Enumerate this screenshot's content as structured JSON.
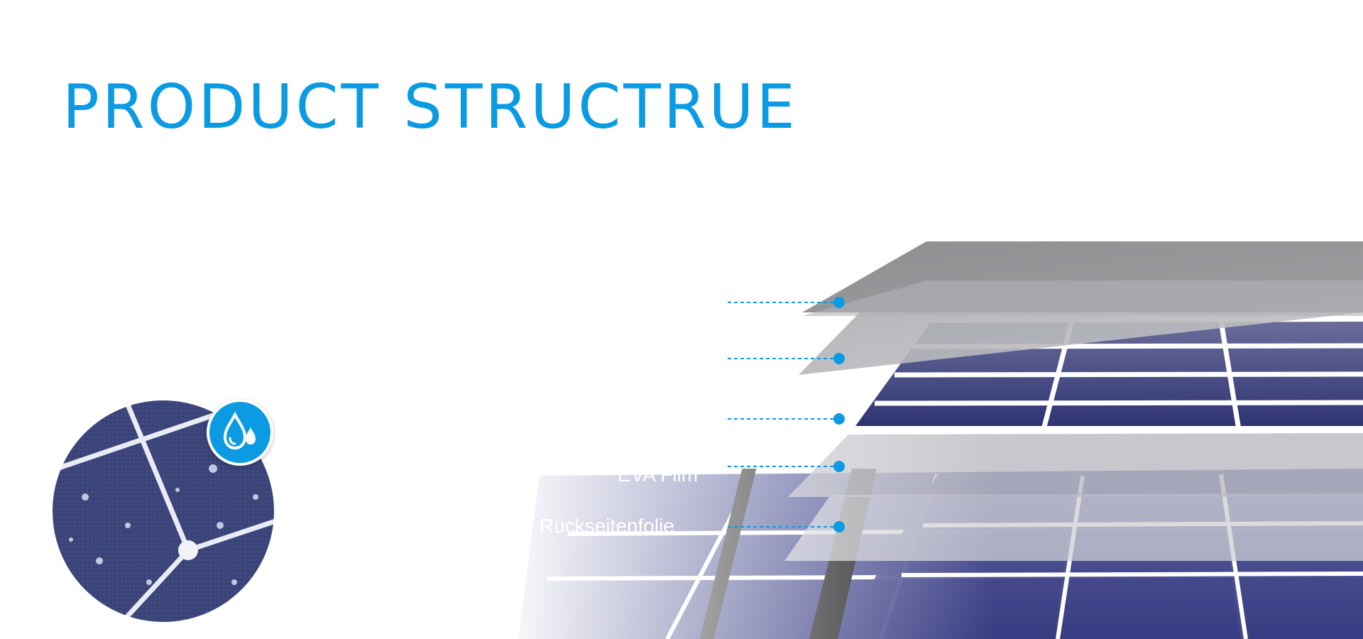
{
  "heading": "PRODUCT STRUCTRUE",
  "layer_labels": {
    "eva": "EVA Film",
    "back_sheet": "Rückseitenfolie"
  },
  "icons": {
    "badge": "water-drops-icon"
  },
  "colors": {
    "accent": "#0a9be3",
    "cell_blue": "#3b3f7e",
    "glass_gray": "#8c8c8f"
  }
}
